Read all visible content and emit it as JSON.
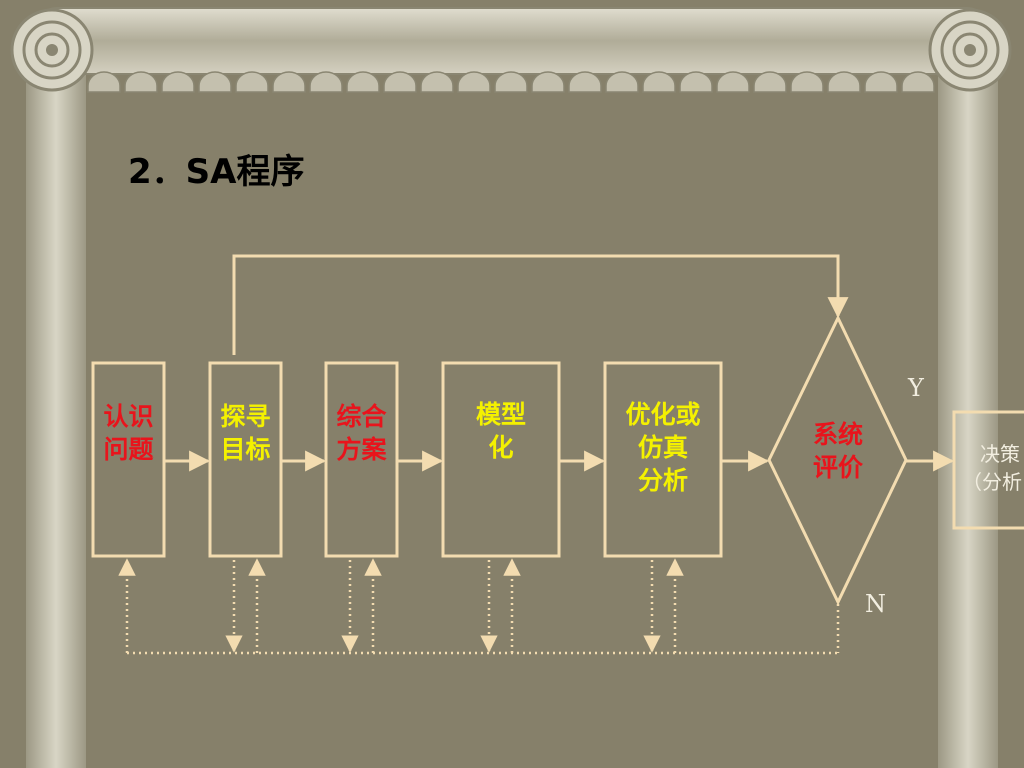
{
  "title": "2．SA程序",
  "nodes": [
    {
      "id": "recognize",
      "label": [
        "认识",
        "问题"
      ],
      "color": "#e8141c"
    },
    {
      "id": "explore",
      "label": [
        "探寻",
        "目标"
      ],
      "color": "#f4f100"
    },
    {
      "id": "synthesize",
      "label": [
        "综合",
        "方案"
      ],
      "color": "#e8141c"
    },
    {
      "id": "model",
      "label": [
        "模型",
        "化"
      ],
      "color": "#f4f100"
    },
    {
      "id": "optimize",
      "label": [
        "优化或",
        "仿真",
        "分析"
      ],
      "color": "#f4f100"
    },
    {
      "id": "evaluate",
      "label": [
        "系统",
        "评价"
      ],
      "color": "#e8141c"
    },
    {
      "id": "decide",
      "label": [
        "决策",
        "（分析"
      ],
      "color": "#f2eee0"
    }
  ],
  "branch_yes": "Y",
  "branch_no": "N",
  "colors": {
    "background": "#86806a",
    "column": "#b8b4a0",
    "line": "#f3dcb0"
  }
}
